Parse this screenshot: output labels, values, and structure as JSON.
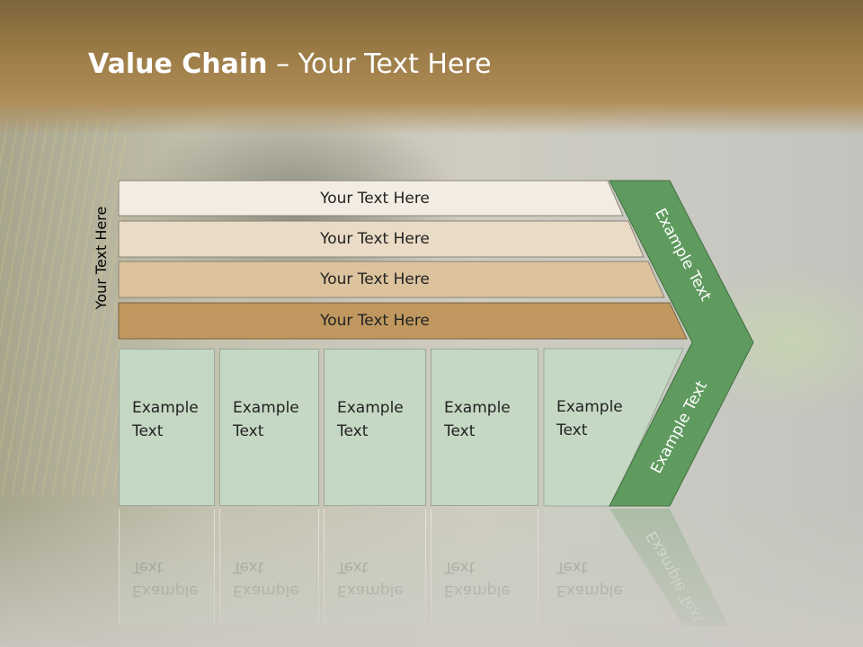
{
  "title": {
    "bold": "Value Chain",
    "rest": " – Your Text Here"
  },
  "side_label": "Your Text Here",
  "bands": [
    {
      "label": "Your Text Here"
    },
    {
      "label": "Your Text Here"
    },
    {
      "label": "Your Text Here"
    },
    {
      "label": "Your Text Here"
    }
  ],
  "boxes": [
    {
      "line1": "Example",
      "line2": "Text"
    },
    {
      "line1": "Example",
      "line2": "Text"
    },
    {
      "line1": "Example",
      "line2": "Text"
    },
    {
      "line1": "Example",
      "line2": "Text"
    },
    {
      "line1": "Example",
      "line2": "Text"
    }
  ],
  "chevron": {
    "upper_label": "Example Text",
    "lower_label": "Example Text"
  },
  "colors": {
    "band1": "#f2ece2",
    "band2": "#e9dbc5",
    "band3": "#dcc39e",
    "band4": "#c0985f",
    "box": "#c5d8c4",
    "chevron": "#5f9a5f",
    "header": "#9c7c47"
  }
}
